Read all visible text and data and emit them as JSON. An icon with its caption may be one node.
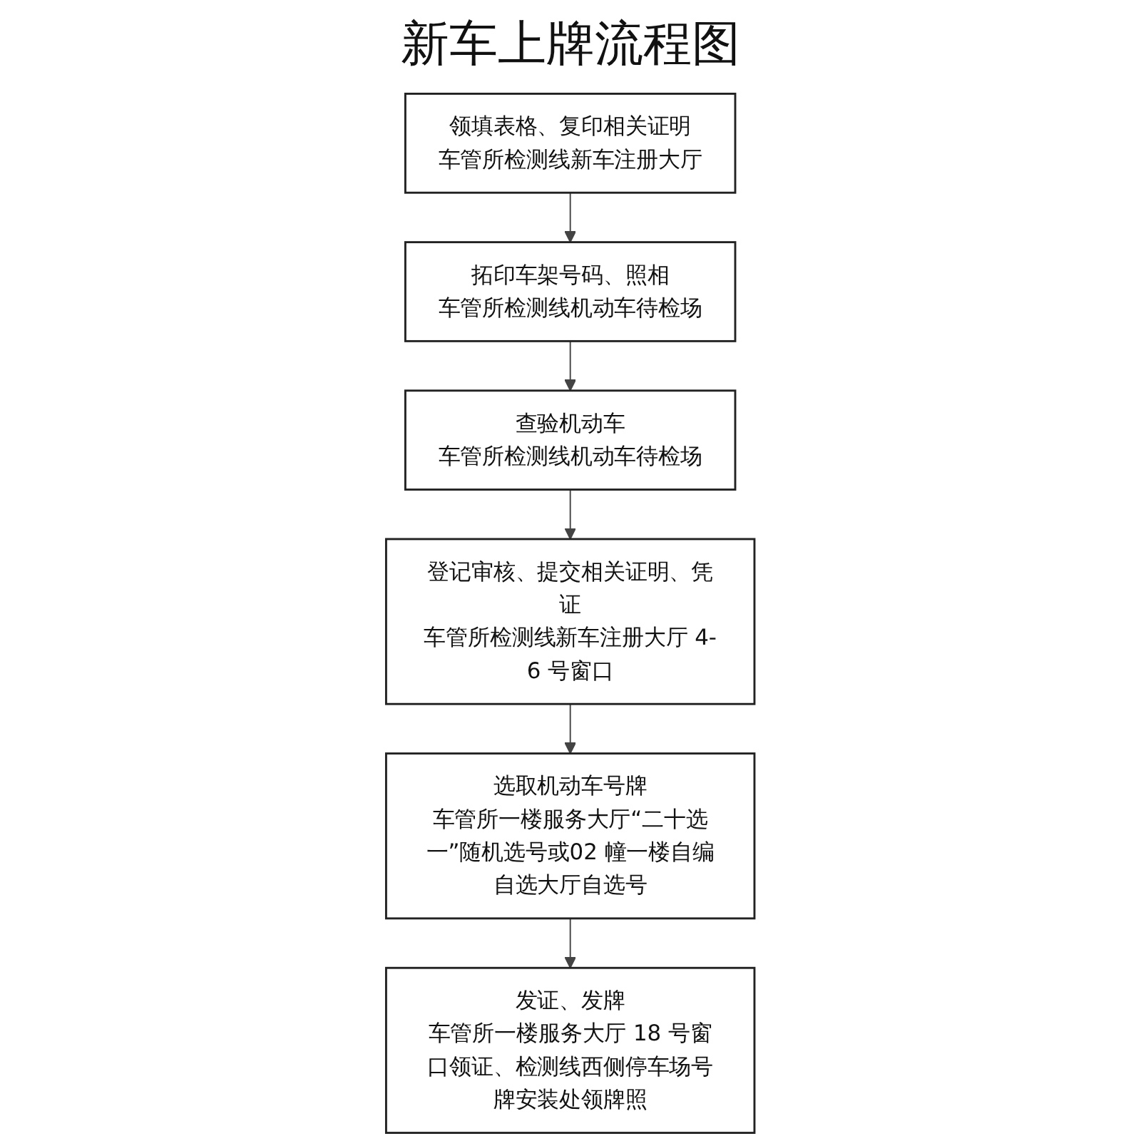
{
  "diagram": {
    "title": "新车上牌流程图",
    "nodes": [
      {
        "text": [
          "领填表格、复印相关证明",
          "车管所检测线新车注册大厅"
        ]
      },
      {
        "text": [
          "拓印车架号码、照相",
          "车管所检测线机动车待检场"
        ]
      },
      {
        "text": [
          "查验机动车",
          "车管所检测线机动车待检场"
        ]
      },
      {
        "text": [
          "登记审核、提交相关证明、凭证",
          "车管所检测线新车注册大厅 4-6 号窗口"
        ]
      },
      {
        "text": [
          "选取机动车号牌",
          "车管所一楼服务大厅“二十选一”随机选号或02 幢一楼自编自选大厅自选号"
        ]
      },
      {
        "text": [
          "发证、发牌",
          "车管所一楼服务大厅 18 号窗口领证、检测线西侧停车场号牌安装处领牌照"
        ]
      }
    ],
    "edges": [
      {
        "from": 0,
        "to": 1,
        "arrow": "to"
      },
      {
        "from": 1,
        "to": 2,
        "arrow": "to"
      },
      {
        "from": 2,
        "to": 3,
        "arrow": "to"
      },
      {
        "from": 3,
        "to": 4,
        "arrow": "to"
      },
      {
        "from": 4,
        "to": 5,
        "arrow": "to"
      }
    ]
  }
}
